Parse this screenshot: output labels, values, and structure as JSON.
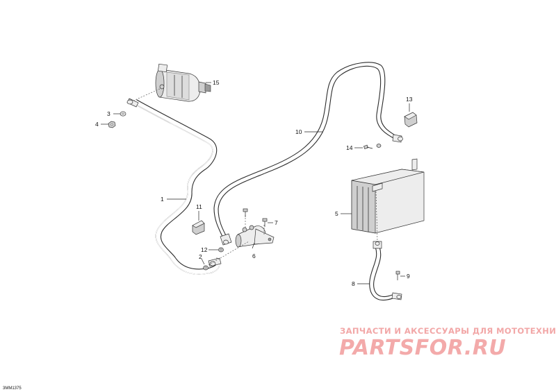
{
  "diagram": {
    "figure_code": "3MM1375",
    "callouts": [
      {
        "id": "c1",
        "label": "1"
      },
      {
        "id": "c2",
        "label": "2"
      },
      {
        "id": "c3",
        "label": "3"
      },
      {
        "id": "c4",
        "label": "4"
      },
      {
        "id": "c5",
        "label": "5"
      },
      {
        "id": "c6",
        "label": "6"
      },
      {
        "id": "c7",
        "label": "7"
      },
      {
        "id": "c8",
        "label": "8"
      },
      {
        "id": "c9",
        "label": "9"
      },
      {
        "id": "c10",
        "label": "10"
      },
      {
        "id": "c11",
        "label": "11"
      },
      {
        "id": "c12",
        "label": "12"
      },
      {
        "id": "c13",
        "label": "13"
      },
      {
        "id": "c14",
        "label": "14"
      },
      {
        "id": "c15",
        "label": "15"
      }
    ]
  },
  "watermark": {
    "tagline": "ЗАПЧАСТИ И АКСЕССУАРЫ ДЛЯ МОТОТЕХНИКИ",
    "logo": "PARTSFOR.RU",
    "color": "#f2a7a7"
  }
}
